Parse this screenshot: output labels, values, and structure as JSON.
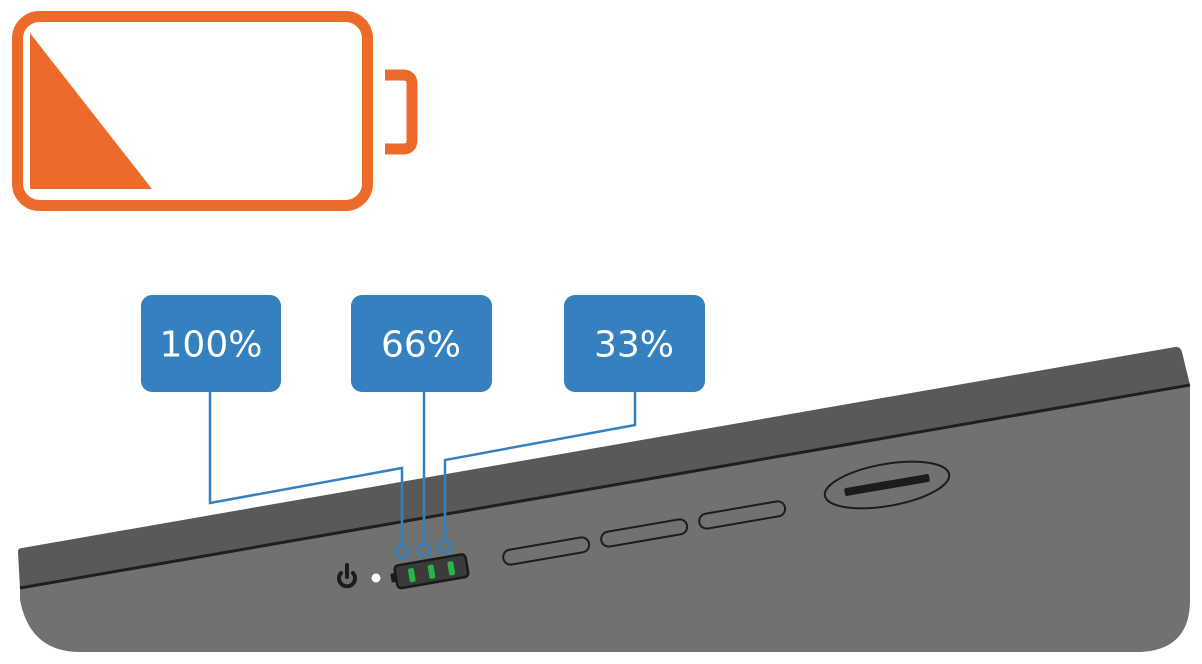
{
  "battery_icon": {
    "state": "low",
    "accent": "#ED6B2A",
    "icon": "battery-low-icon"
  },
  "device": {
    "body_color": "#707270",
    "top_color": "#595A58",
    "led_color": "#29B34A",
    "power_icon": "power-icon",
    "status_light": "white"
  },
  "callouts": {
    "color": "#3580BE",
    "items": [
      {
        "label": "100%"
      },
      {
        "label": "66%"
      },
      {
        "label": "33%"
      }
    ]
  }
}
